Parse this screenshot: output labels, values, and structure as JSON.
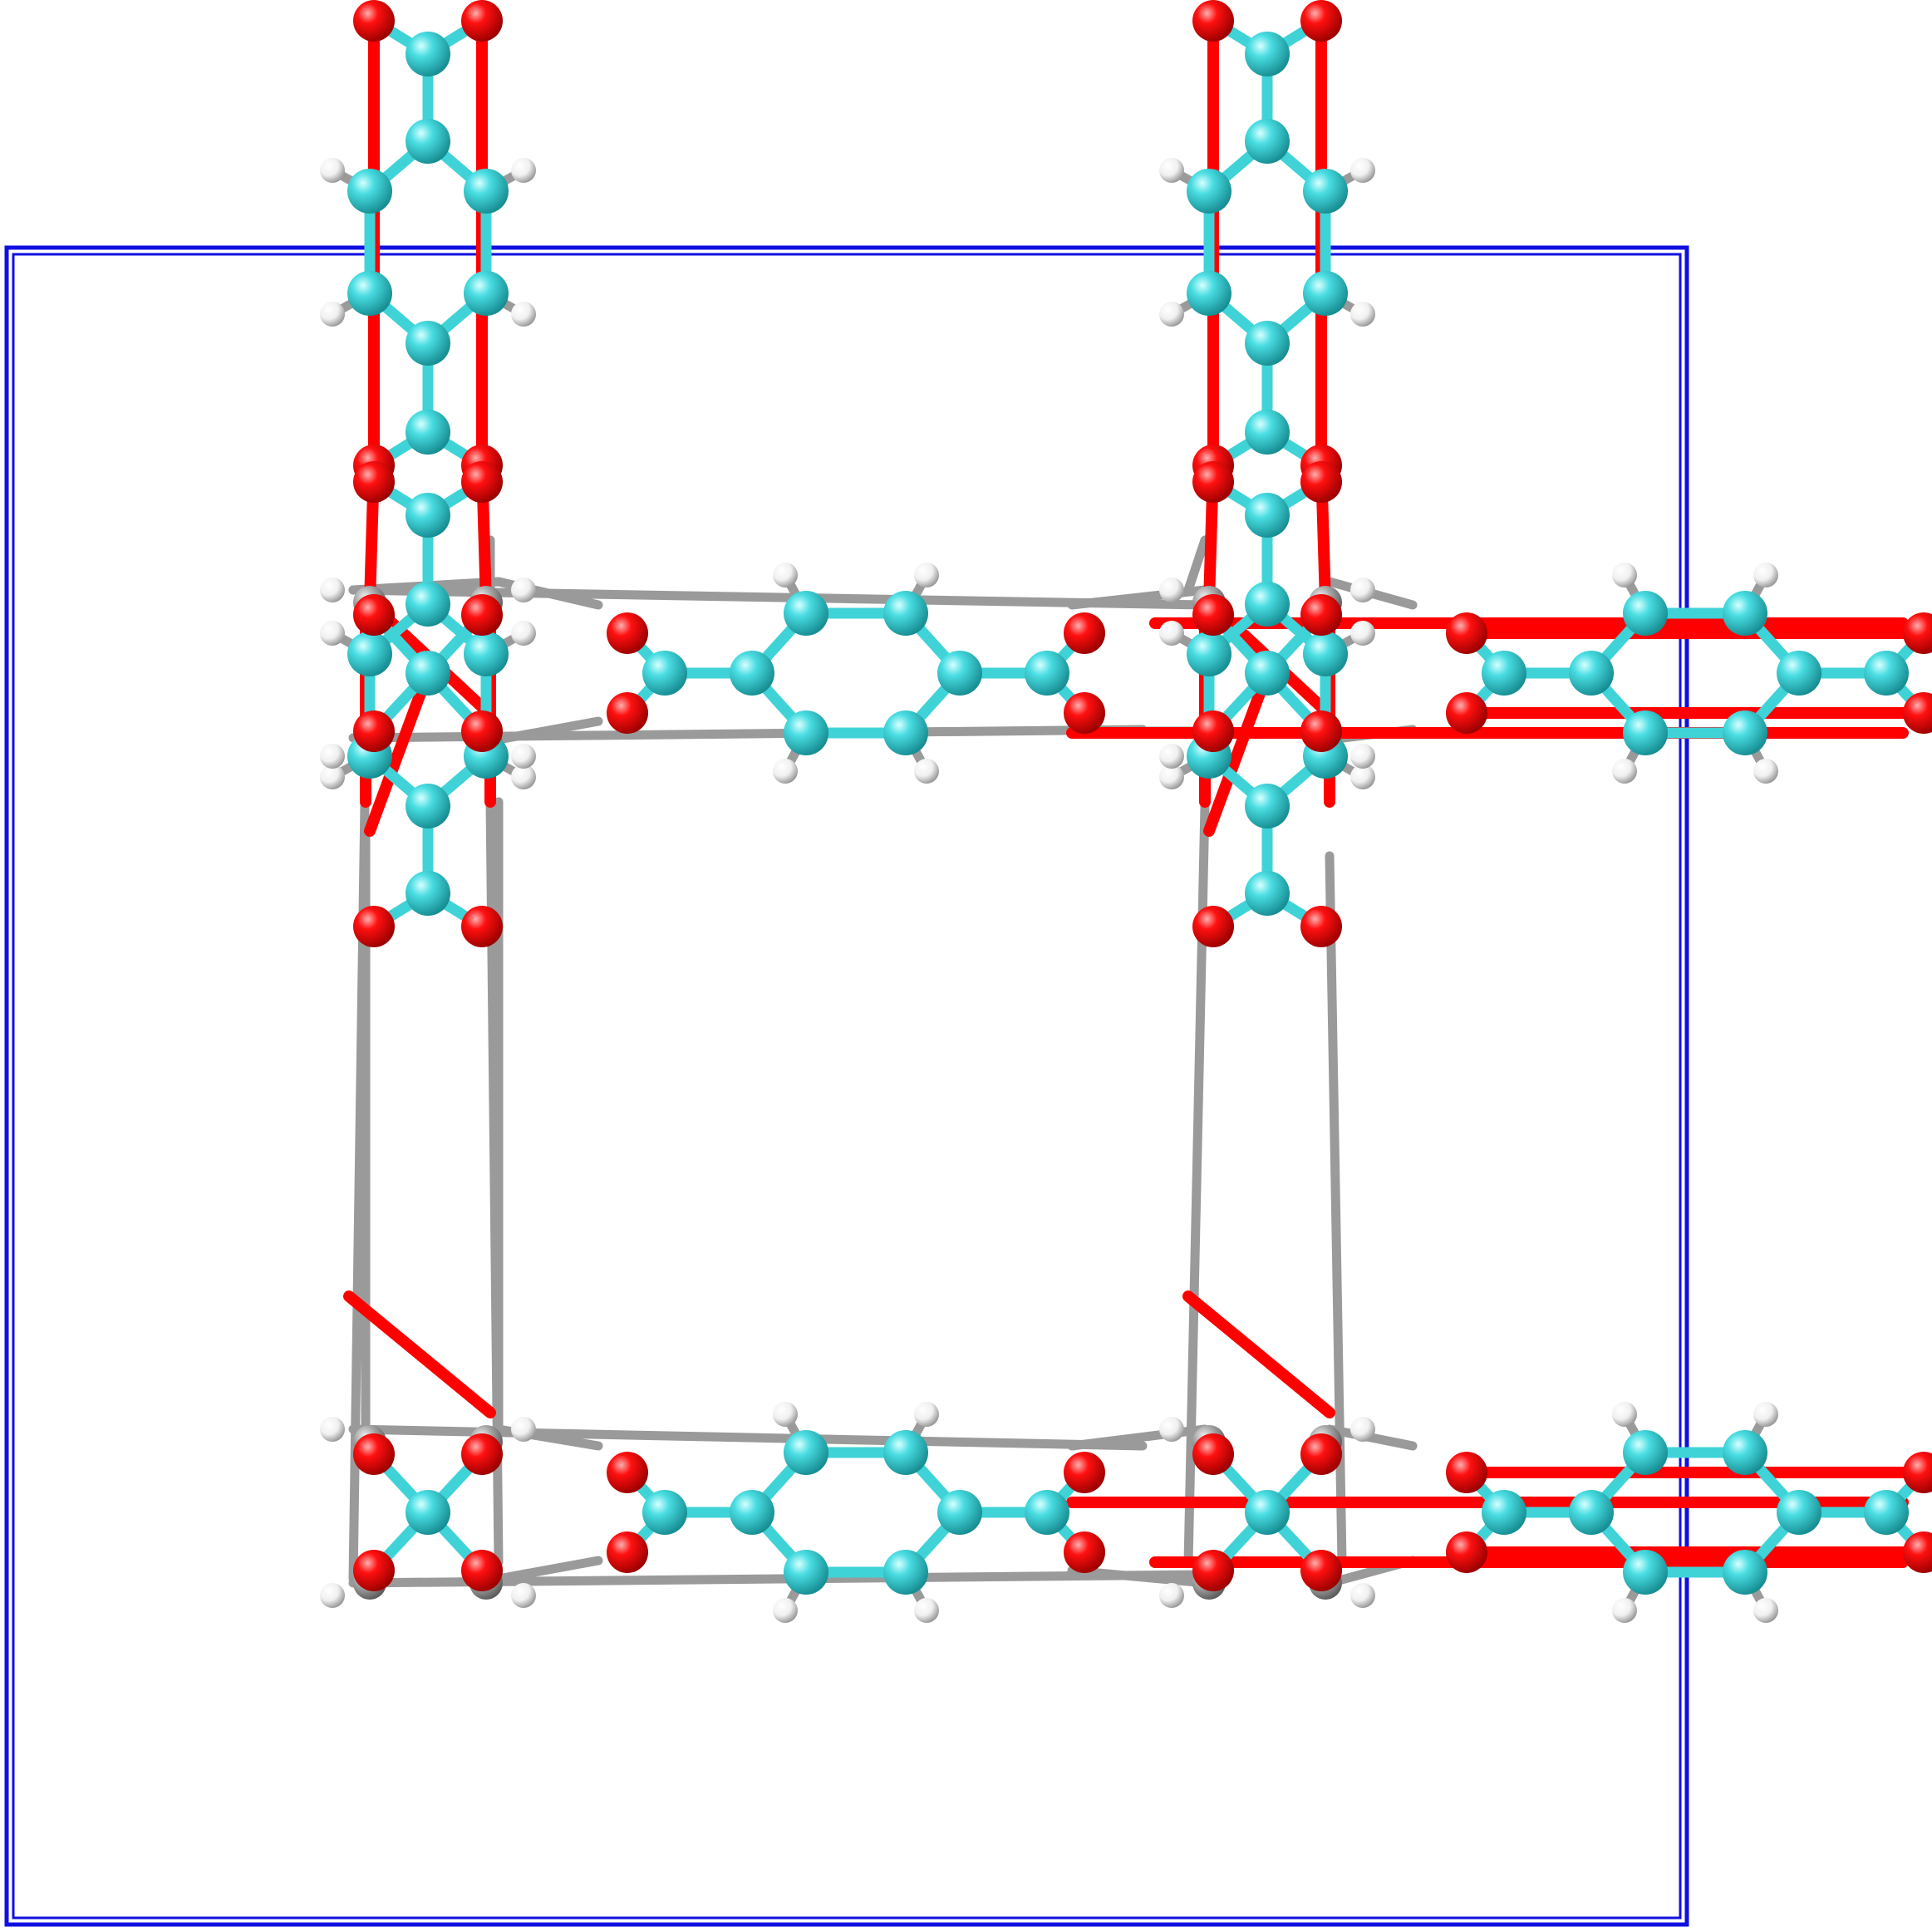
{
  "viewer": {
    "background": "#ffffff",
    "cell_edge_color": "#1010e0"
  },
  "elements": {
    "C": {
      "name": "carbon",
      "color": "#3fd3d8"
    },
    "O": {
      "name": "oxygen",
      "color": "#ff0000"
    },
    "H": {
      "name": "hydrogen",
      "color": "#ffffff"
    },
    "M": {
      "name": "metal",
      "color": "#a0a0a0"
    }
  },
  "bond_colors": {
    "metal": "#9a9a9a",
    "oxygen": "#ff0000",
    "carbon": "#3fd3d8"
  }
}
